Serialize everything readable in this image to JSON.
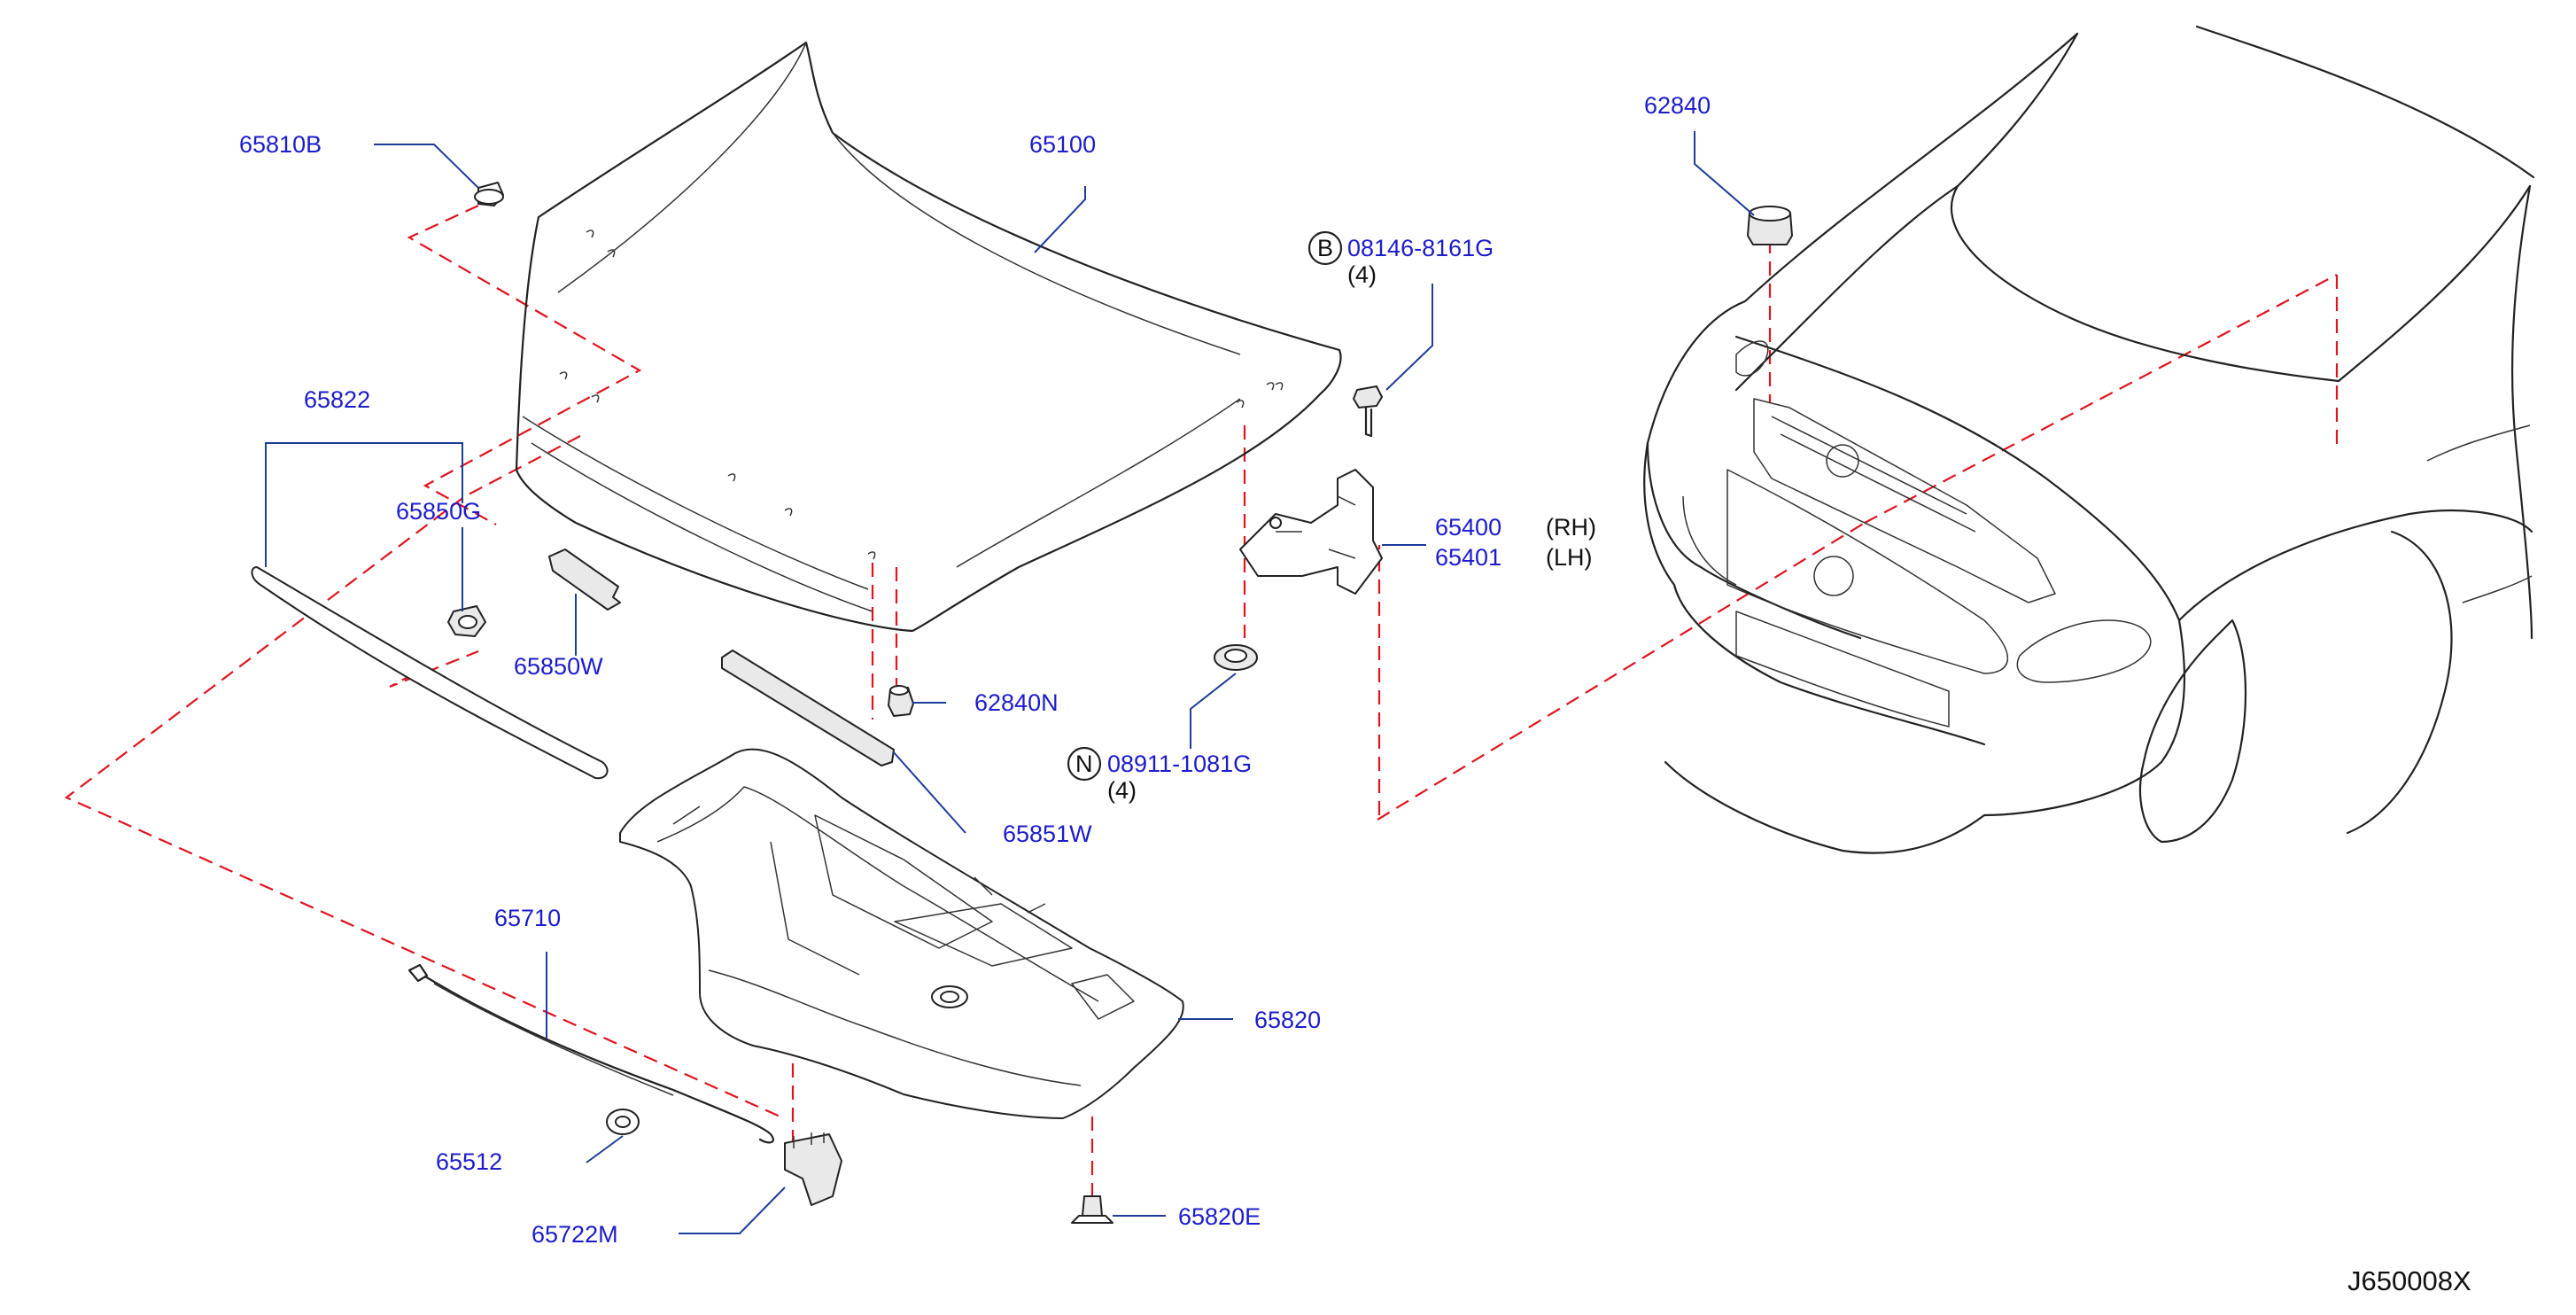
{
  "parts": {
    "p65810B": "65810B",
    "p65100": "65100",
    "p65822": "65822",
    "p65850G": "65850G",
    "p65850W": "65850W",
    "p62840N": "62840N",
    "p65851W": "65851W",
    "p65710": "65710",
    "p65820": "65820",
    "p65512": "65512",
    "p65722M": "65722M",
    "p65820E": "65820E",
    "bolt_code": "08146-8161G",
    "bolt_marker": "B",
    "bolt_qty": "(4)",
    "p65400": "65400",
    "p65400_side": "(RH)",
    "p65401": "65401",
    "p65401_side": "(LH)",
    "nut_code": "08911-1081G",
    "nut_marker": "N",
    "nut_qty": "(4)",
    "p62840": "62840"
  },
  "diagram_id": "J650008X",
  "colors": {
    "part_label": "#1c1ccc",
    "leader": "#1c3d9a",
    "dashed_guide": "#e0141e",
    "outline": "#222222"
  }
}
